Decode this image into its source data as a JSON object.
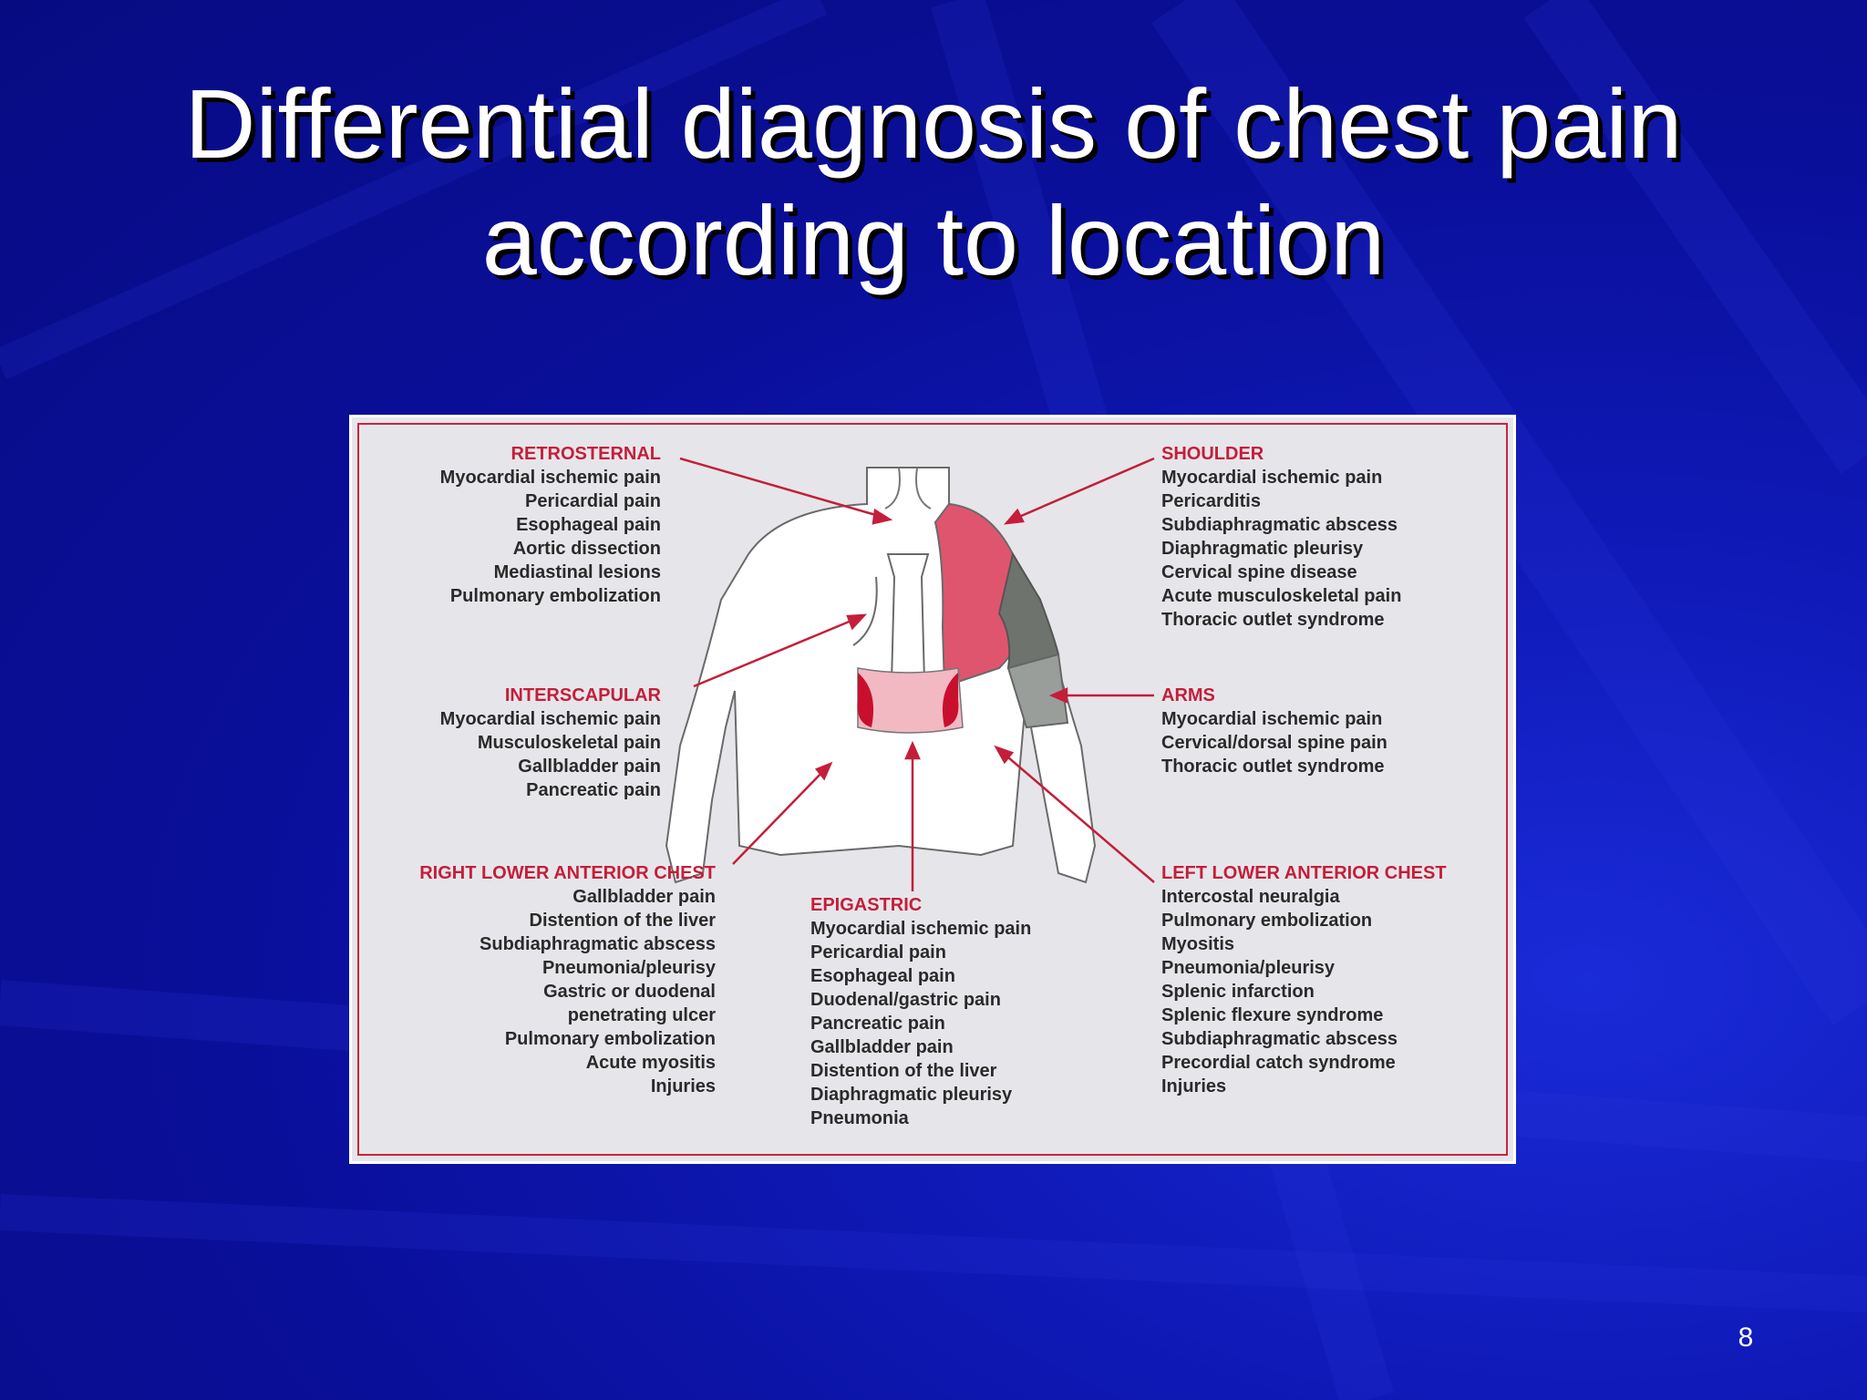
{
  "slide": {
    "title_line1": "Differential diagnosis of chest pain",
    "title_line2": "according to location",
    "page_number": "8"
  },
  "colors": {
    "background": "#0a0f9a",
    "accent_red": "#c41e3a",
    "shoulder_fill": "#e0556e",
    "arm_fill": "#7a7f7a",
    "panel_bg": "#e6e6ea"
  },
  "diagram": {
    "retrosternal": {
      "heading": "RETROSTERNAL",
      "items": [
        "Myocardial ischemic pain",
        "Pericardial pain",
        "Esophageal pain",
        "Aortic dissection",
        "Mediastinal lesions",
        "Pulmonary embolization"
      ]
    },
    "interscapular": {
      "heading": "INTERSCAPULAR",
      "items": [
        "Myocardial ischemic pain",
        "Musculoskeletal pain",
        "Gallbladder pain",
        "Pancreatic pain"
      ]
    },
    "right_lower": {
      "heading": "RIGHT LOWER ANTERIOR CHEST",
      "items": [
        "Gallbladder pain",
        "Distention of the liver",
        "Subdiaphragmatic abscess",
        "Pneumonia/pleurisy",
        "Gastric or duodenal",
        "penetrating ulcer",
        "Pulmonary embolization",
        "Acute myositis",
        "Injuries"
      ]
    },
    "epigastric": {
      "heading": "EPIGASTRIC",
      "items": [
        "Myocardial ischemic pain",
        "Pericardial pain",
        "Esophageal pain",
        "Duodenal/gastric pain",
        "Pancreatic pain",
        "Gallbladder pain",
        "Distention of the liver",
        "Diaphragmatic pleurisy",
        "Pneumonia"
      ]
    },
    "shoulder": {
      "heading": "SHOULDER",
      "items": [
        "Myocardial ischemic pain",
        "Pericarditis",
        "Subdiaphragmatic abscess",
        "Diaphragmatic pleurisy",
        "Cervical spine disease",
        "Acute musculoskeletal pain",
        "Thoracic outlet syndrome"
      ]
    },
    "arms": {
      "heading": "ARMS",
      "items": [
        "Myocardial ischemic pain",
        "Cervical/dorsal spine pain",
        "Thoracic outlet syndrome"
      ]
    },
    "left_lower": {
      "heading": "LEFT LOWER ANTERIOR CHEST",
      "items": [
        "Intercostal neuralgia",
        "Pulmonary embolization",
        "Myositis",
        "Pneumonia/pleurisy",
        "Splenic infarction",
        "Splenic flexure syndrome",
        "Subdiaphragmatic abscess",
        "Precordial catch syndrome",
        "Injuries"
      ]
    }
  }
}
